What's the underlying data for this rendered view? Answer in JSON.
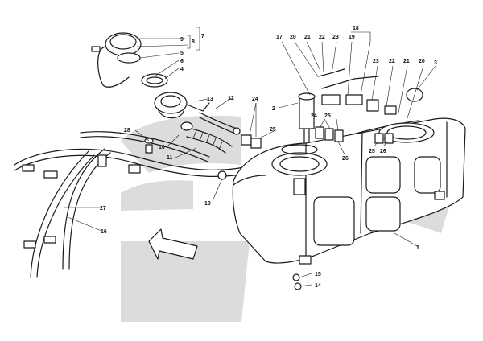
{
  "diagram": {
    "callouts": {
      "c1": "1",
      "c2": "2",
      "c3": "3",
      "c4": "4",
      "c5": "5",
      "c6": "6",
      "c7": "7",
      "c8": "8",
      "c9": "9",
      "c10a": "10",
      "c10b": "10",
      "c11": "11",
      "c12": "12",
      "c13": "13",
      "c14": "14",
      "c15": "15",
      "c16": "16",
      "c17": "17",
      "c18": "18",
      "c19": "19",
      "c20a": "20",
      "c20b": "20",
      "c21a": "21",
      "c21b": "21",
      "c22a": "22",
      "c22b": "22",
      "c23a": "23",
      "c23b": "23",
      "c24a": "24",
      "c24b": "24",
      "c25a": "25",
      "c25b": "25",
      "c25c": "25",
      "c26a": "26",
      "c26b": "26",
      "c27": "27",
      "c28": "28"
    },
    "colors": {
      "line": "#1a1a1a",
      "watermark": "#dcdcdc",
      "background": "#ffffff"
    }
  }
}
